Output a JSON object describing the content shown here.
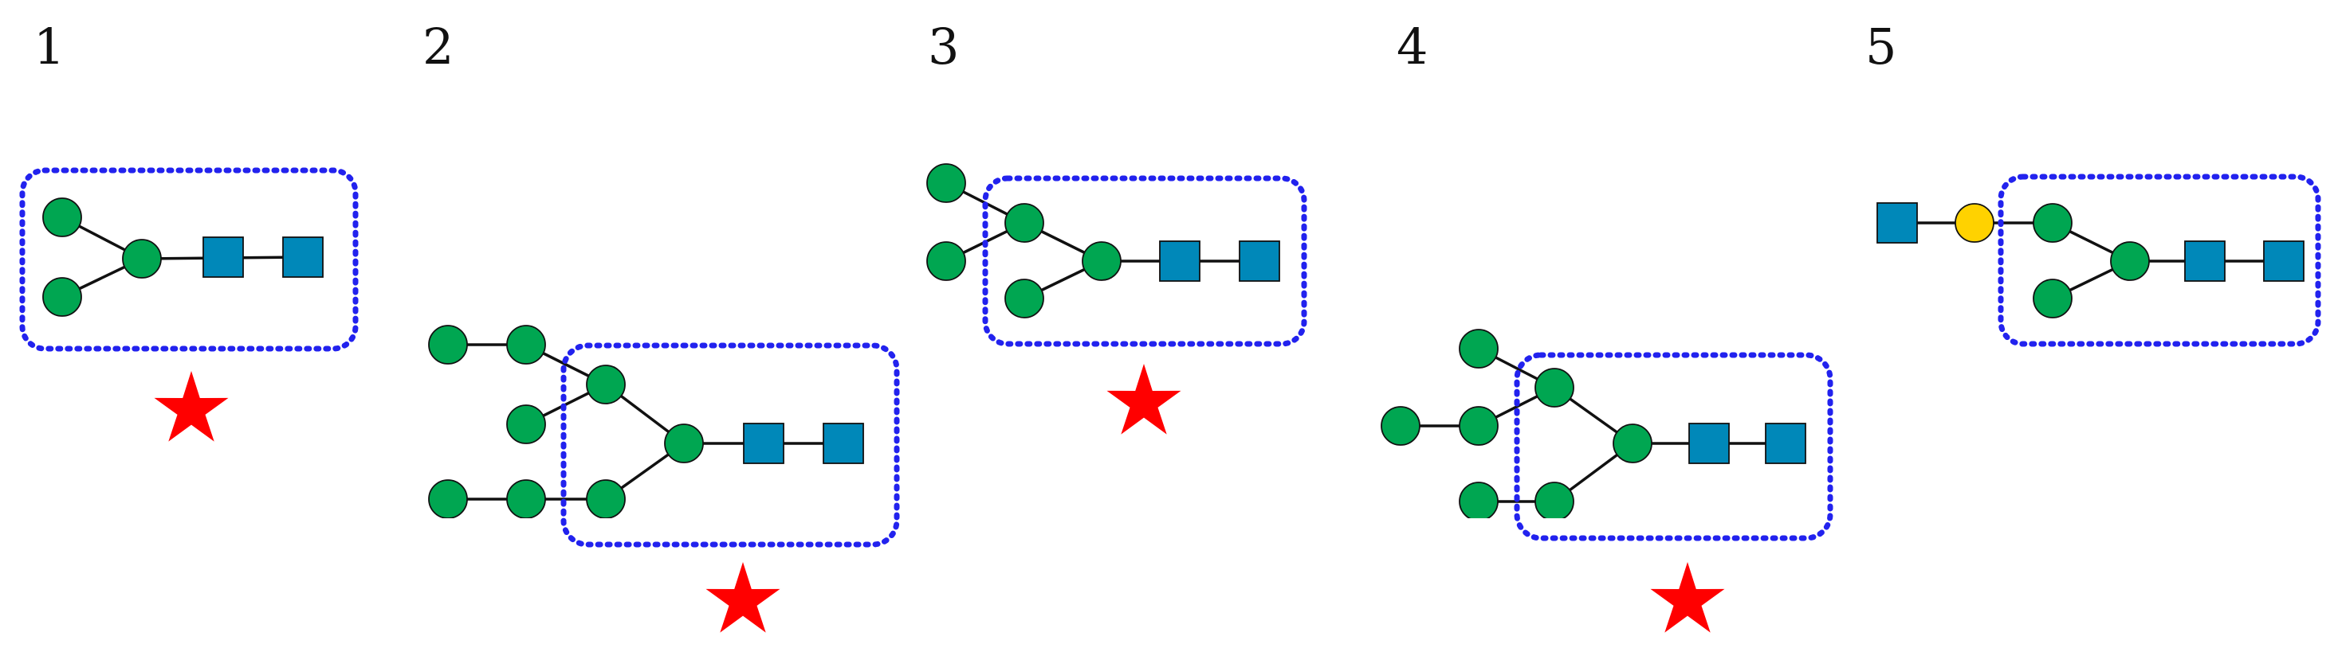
{
  "colors": {
    "background": "#ffffff",
    "mannose_circle": "#00a651",
    "glcnac_square": "#0088b9",
    "galactose_circle": "#ffd200",
    "core_box": "#2222ee",
    "star": "#ff0000",
    "bond": "#111111"
  },
  "legend_symbols": {
    "green-circle": "mannose-circle",
    "blue-square": "glcnac-square",
    "yellow-circle": "galactose-circle"
  },
  "panels": [
    {
      "number": "1",
      "core_boxed": true,
      "starred": true
    },
    {
      "number": "2",
      "core_boxed": true,
      "starred": true
    },
    {
      "number": "3",
      "core_boxed": true,
      "starred": true
    },
    {
      "number": "4",
      "core_boxed": true,
      "starred": true
    },
    {
      "number": "5",
      "core_boxed": true,
      "starred": false
    }
  ]
}
